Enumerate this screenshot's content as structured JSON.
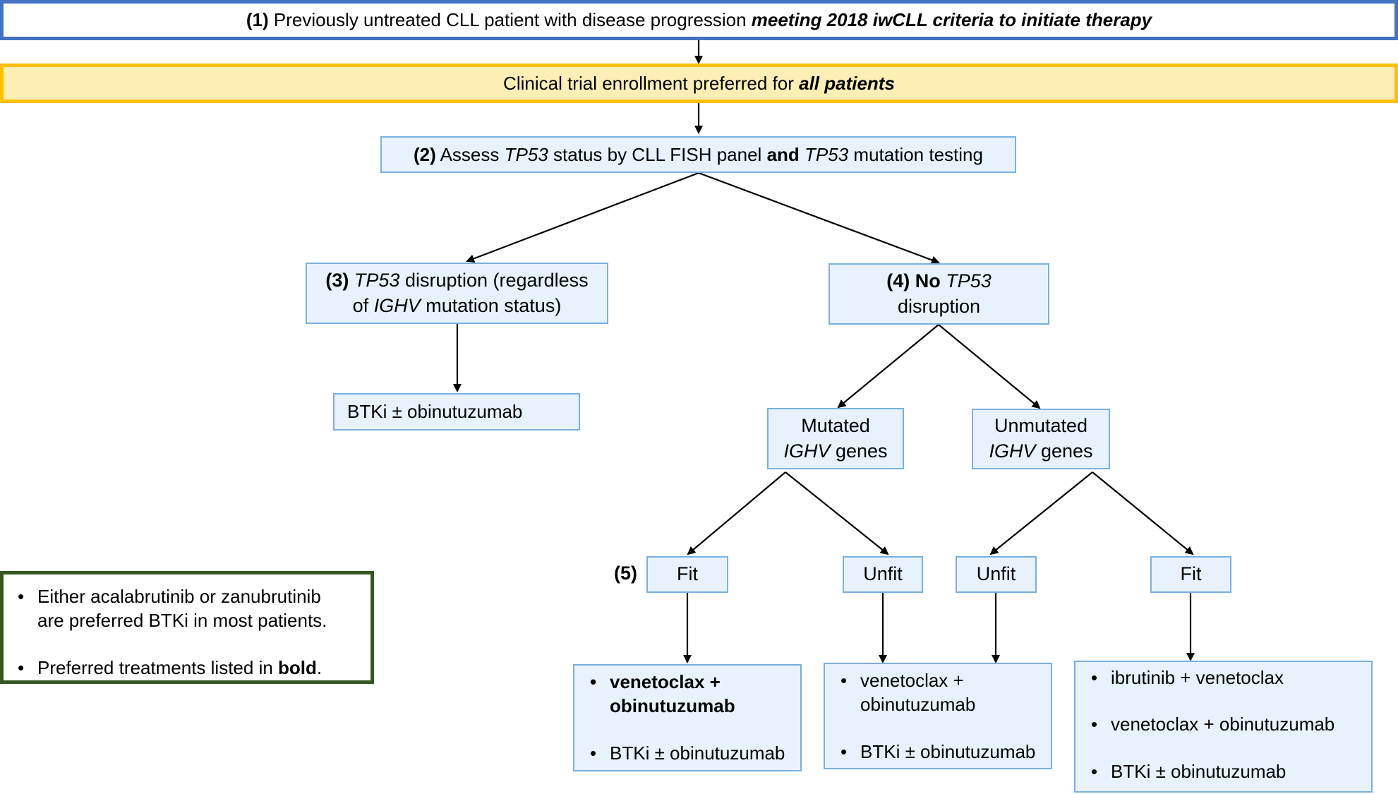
{
  "node1": {
    "num": "(1)",
    "text": "Previously untreated CLL patient with disease progression",
    "emph": "meeting 2018 iwCLL criteria to initiate therapy"
  },
  "trial": {
    "text": "Clinical trial enrollment preferred for",
    "emph": "all patients"
  },
  "node2": {
    "num": "(2)",
    "t1": "Assess",
    "gene": "TP53",
    "t2": "status by CLL FISH panel",
    "and": "and",
    "t3": "mutation testing"
  },
  "node3": {
    "num": "(3)",
    "gene": "TP53",
    "t1": "disruption (regardless",
    "t2": "of",
    "ighv": "IGHV",
    "t3": "mutation status)"
  },
  "node4": {
    "num": "(4)",
    "no": "No",
    "gene": "TP53",
    "t2": "disruption"
  },
  "btki_tp53": "BTKi ± obinutuzumab",
  "mutated": {
    "line1": "Mutated",
    "ighv": "IGHV",
    "line2": "genes"
  },
  "unmutated": {
    "line1": "Unmutated",
    "ighv": "IGHV",
    "line2": "genes"
  },
  "label5": "(5)",
  "fitness": {
    "mut_fit": "Fit",
    "mut_unfit": "Unfit",
    "unmut_unfit": "Unfit",
    "unmut_fit": "Fit"
  },
  "treat_mut_fit": [
    "venetoclax +",
    "obinutuzumab",
    "BTKi ± obinutuzumab"
  ],
  "treat_unfit": [
    "venetoclax +",
    "obinutuzumab",
    "BTKi ± obinutuzumab"
  ],
  "treat_unmut_fit": [
    "ibrutinib + venetoclax",
    "venetoclax + obinutuzumab",
    "BTKi ± obinutuzumab"
  ],
  "legend": {
    "item1_l1": "Either acalabrutinib or zanubrutinib",
    "item1_l2": "are preferred BTKi in most patients.",
    "item2": "Preferred treatments listed in",
    "item2_bold": "bold",
    "item2_end": "."
  },
  "colors": {
    "top_border": "#4472c4",
    "trial_border": "#ffc000",
    "trial_fill": "#fdeeb6",
    "node_fill": "#e8f2fc",
    "node_border": "#7ab0de",
    "legend_border": "#375623"
  }
}
